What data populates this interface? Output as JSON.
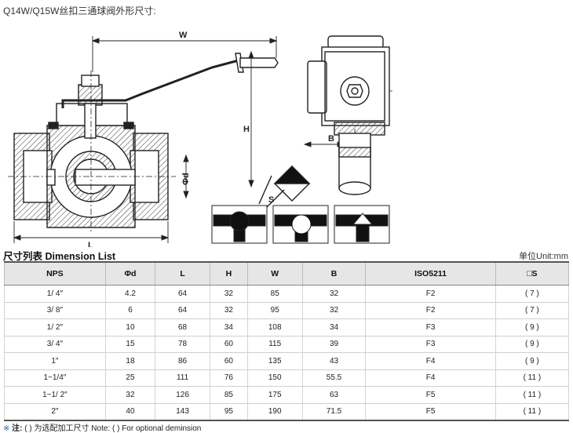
{
  "page_title": "Q14W/Q15W丝扣三通球阀外形尺寸:",
  "drawing": {
    "dim_W": "W",
    "dim_H": "H",
    "dim_L": "L",
    "dim_d": "Φd",
    "dim_B": "B",
    "dim_S": "S"
  },
  "table": {
    "title": "尺寸列表 Dimension List",
    "unit": "单位Unit:mm",
    "headers": [
      "NPS",
      "Φd",
      "L",
      "H",
      "W",
      "B",
      "ISO5211",
      "□S"
    ],
    "rows": [
      [
        "1/ 4″",
        "4.2",
        "64",
        "32",
        "85",
        "32",
        "F2",
        "( 7 )"
      ],
      [
        "3/ 8″",
        "6",
        "64",
        "32",
        "95",
        "32",
        "F2",
        "( 7 )"
      ],
      [
        "1/ 2″",
        "10",
        "68",
        "34",
        "108",
        "34",
        "F3",
        "( 9 )"
      ],
      [
        "3/ 4″",
        "15",
        "78",
        "60",
        "115",
        "39",
        "F3",
        "( 9 )"
      ],
      [
        "1″",
        "18",
        "86",
        "60",
        "135",
        "43",
        "F4",
        "( 9 )"
      ],
      [
        "1−1/4″",
        "25",
        "111",
        "76",
        "150",
        "55.5",
        "F4",
        "( 11 )"
      ],
      [
        "1−1/ 2″",
        "32",
        "126",
        "85",
        "175",
        "63",
        "F5",
        "( 11 )"
      ],
      [
        "2″",
        "40",
        "143",
        "95",
        "190",
        "71.5",
        "F5",
        "( 11 )"
      ]
    ]
  },
  "note": {
    "mark": "※",
    "prefix": "注:",
    "text": "( ) 为选配加工尺寸 Note: ( ) For optional deminsion"
  }
}
